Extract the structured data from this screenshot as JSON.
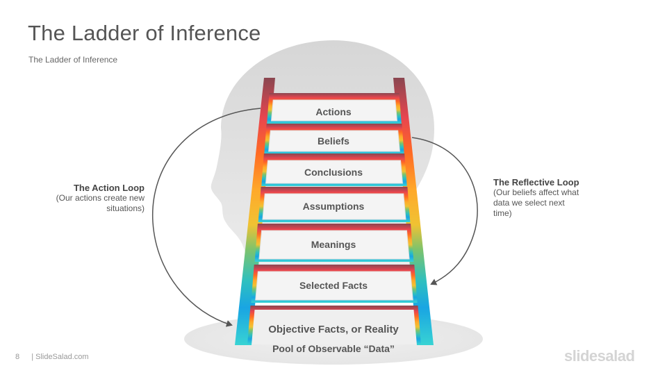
{
  "title": "The Ladder of Inference",
  "subtitle": "The Ladder of Inference",
  "rungs": [
    "Actions",
    "Beliefs",
    "Conclusions",
    "Assumptions",
    "Meanings",
    "Selected Facts",
    "Objective Facts, or Reality"
  ],
  "pool_label": "Pool of Observable “Data”",
  "action_loop": {
    "title": "The Action Loop",
    "desc_line1": "(Our actions create new",
    "desc_line2": "situations)"
  },
  "reflective_loop": {
    "title": "The Reflective Loop",
    "desc_line1": "(Our beliefs affect what",
    "desc_line2": "data we select next",
    "desc_line3": "time)"
  },
  "footer": {
    "page": "8",
    "source": "| SlideSalad.com"
  },
  "brand": "slidesalad",
  "colors": {
    "gradient": [
      "#a04a55",
      "#e84a52",
      "#ff7a1e",
      "#ffb22a",
      "#7fc36b",
      "#2bc0c6",
      "#1aa8e0",
      "#33d0d8"
    ],
    "head": "#dcdcdc",
    "text": "#555555"
  }
}
